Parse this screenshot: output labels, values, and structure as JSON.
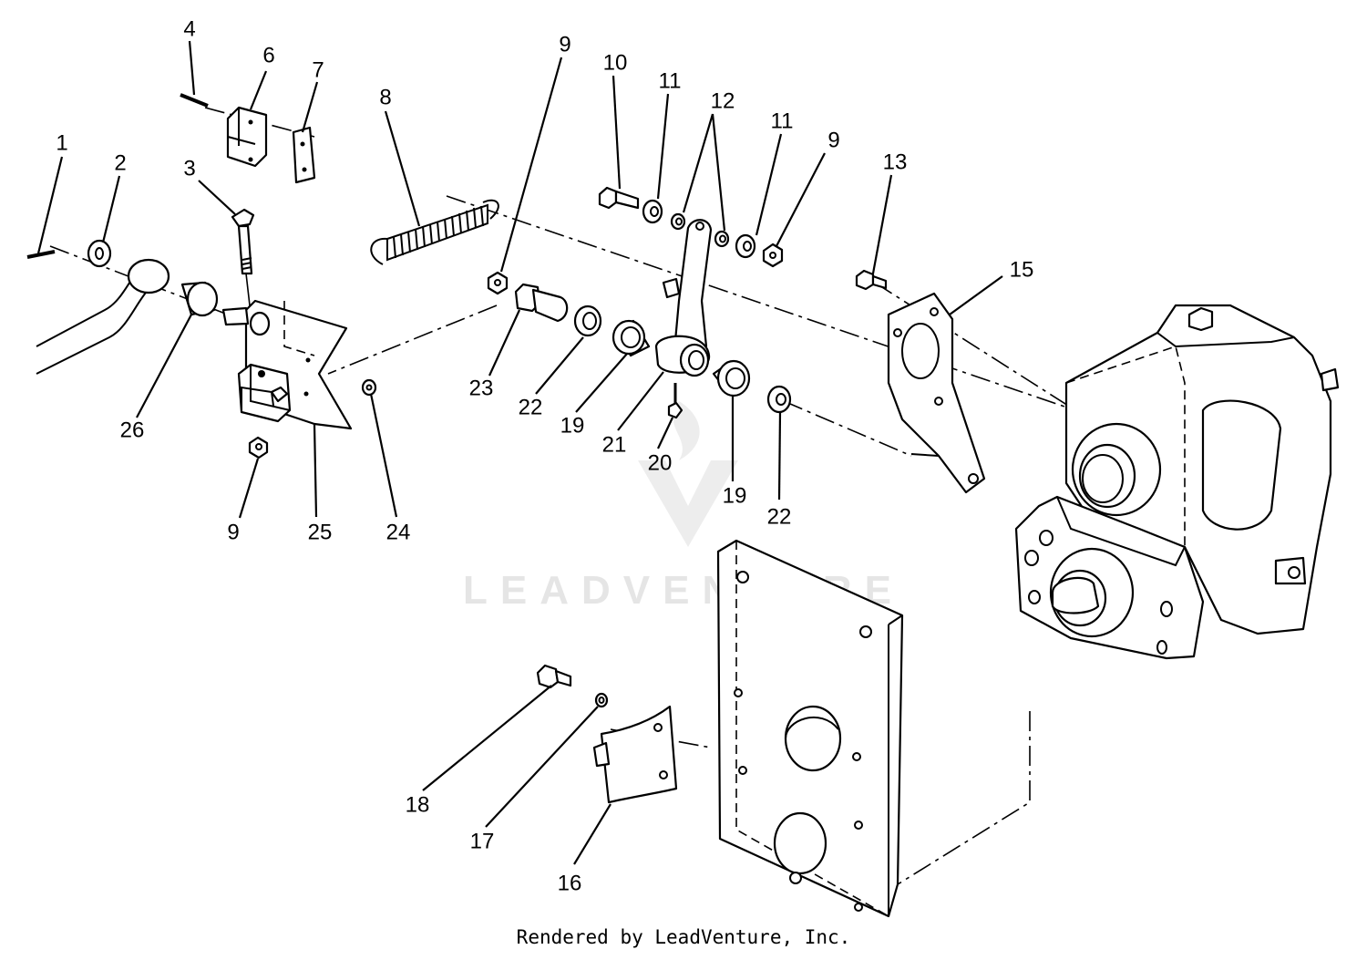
{
  "watermark": "LEADVENTURE",
  "footer": "Rendered by LeadVenture, Inc.",
  "callouts": [
    "1",
    "2",
    "3",
    "4",
    "6",
    "7",
    "8",
    "9",
    "10",
    "11",
    "12",
    "11",
    "9",
    "13",
    "15",
    "26",
    "25",
    "9",
    "24",
    "23",
    "22",
    "19",
    "21",
    "20",
    "19",
    "22",
    "18",
    "17",
    "16"
  ]
}
